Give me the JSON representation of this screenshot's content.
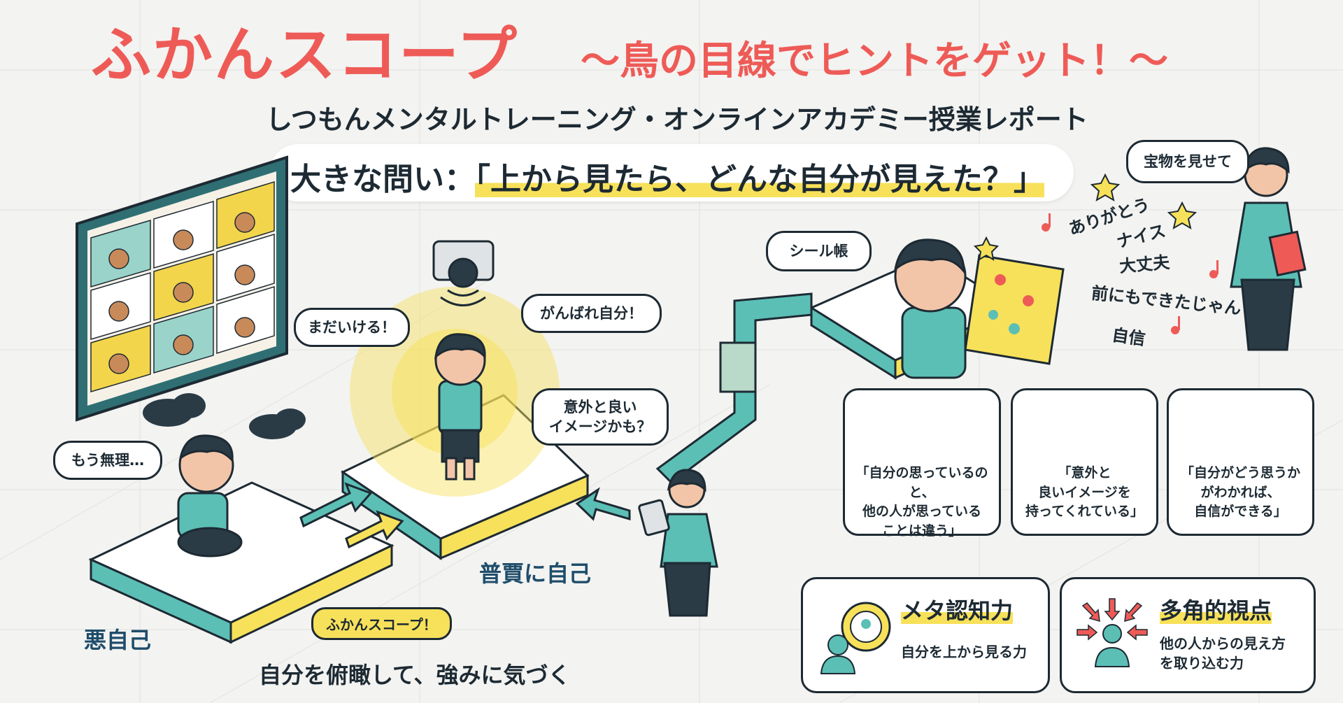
{
  "header": {
    "title": "ふかんスコープ",
    "title_suffix": "〜鳥の目線でヒントをゲット！〜",
    "subtitle": "しつもんメンタルトレーニング・オンラインアカデミー授業レポート",
    "question_prefix": "大きな問い：",
    "question_text": "「上から見たら、どんな自分が見えた？」"
  },
  "left_scene": {
    "bubble_give_up": "もう無理…",
    "bubble_still": "まだいける！",
    "bubble_cheer": "がんばれ自分！",
    "bubble_surprise": "意外と良い\nイメージかも？",
    "label_bad_self": "悪自己",
    "label_normal_self": "普賈に自己",
    "tag_scope": "ふかんスコープ！",
    "caption": "自分を俯瞰して、強みに気づく"
  },
  "right_scene": {
    "bubble_sticker": "シール帳",
    "bubble_treasure": "宝物を見せて",
    "words": [
      "ありがとう",
      "ナイス",
      "大丈夫",
      "前にもできたじゃん",
      "自信"
    ]
  },
  "insight_cards": [
    {
      "text": "「自分の思っているのと、\n他の人が思っている\nことは違う」"
    },
    {
      "text": "「意外と\n良いイメージを\n持ってくれている」"
    },
    {
      "text": "「自分がどう思うか\nがわかれば、\n自信ができる」"
    }
  ],
  "skills": [
    {
      "title": "メタ認知力",
      "desc": "自分を上から見る力",
      "icon": "compass-person-icon"
    },
    {
      "title": "多角的視点",
      "desc": "他の人からの見え方\nを取り込む力",
      "icon": "arrows-person-icon"
    }
  ],
  "colors": {
    "accent_red": "#ee5b57",
    "teal": "#5bbfb5",
    "navy": "#1d2a33",
    "yellow": "#f7e15a"
  }
}
